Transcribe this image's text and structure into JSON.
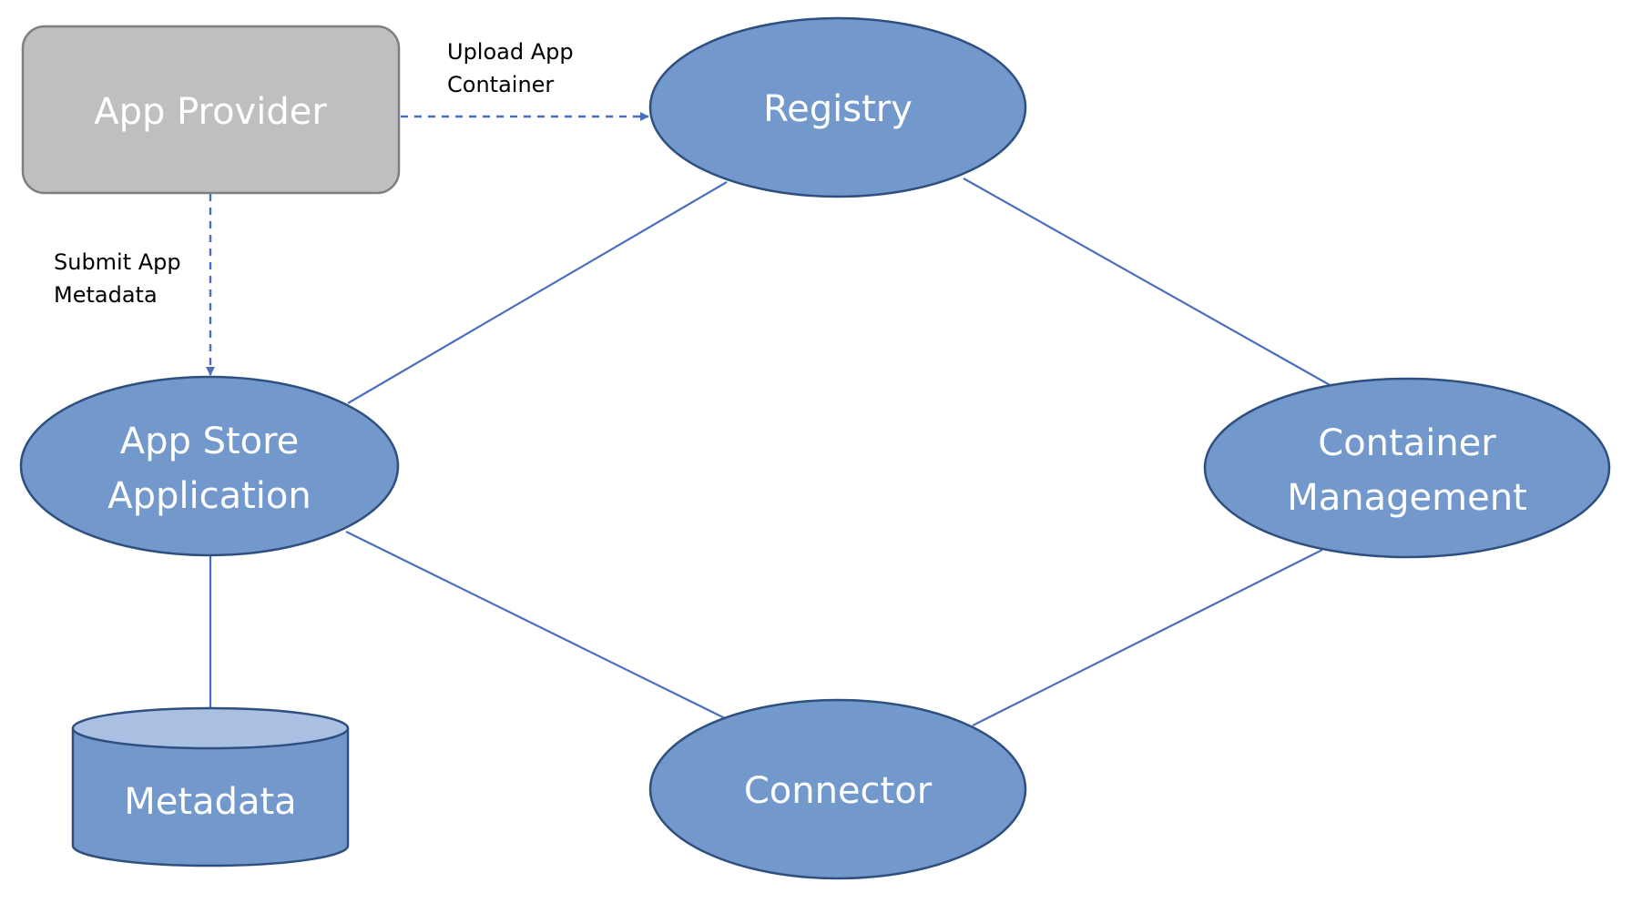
{
  "colors": {
    "ellipse_fill": "#7399cc",
    "ellipse_stroke": "#2f4f7f",
    "provider_fill": "#bfbfbf",
    "provider_stroke": "#7f7f7f",
    "cylinder_top": "#a9c0e2",
    "line": "#4a6fbf",
    "label_text": "#ffffff",
    "edge_text": "#000000"
  },
  "nodes": {
    "app_provider": {
      "label": "App Provider"
    },
    "registry": {
      "label": "Registry"
    },
    "app_store": {
      "line1": "App Store",
      "line2": "Application"
    },
    "container_management": {
      "line1": "Container",
      "line2": "Management"
    },
    "connector": {
      "label": "Connector"
    },
    "metadata": {
      "label": "Metadata"
    }
  },
  "edges": {
    "upload": {
      "line1": "Upload App",
      "line2": "Container"
    },
    "submit": {
      "line1": "Submit App",
      "line2": "Metadata"
    }
  }
}
